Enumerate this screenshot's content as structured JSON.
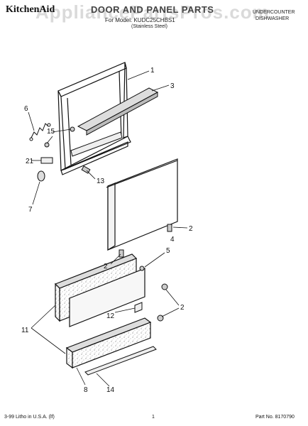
{
  "header": {
    "brand": "KitchenAid",
    "title": "DOOR AND PANEL PARTS",
    "subtitle_line1": "For Model: KUDC25CHBS1",
    "subtitle_line2": "(Stainless Steel)",
    "right_line1": "UNDERCOUNTER",
    "right_line2": "DISHWASHER"
  },
  "watermark": "AppliancePartsPros.com",
  "callouts": [
    "1",
    "3",
    "6",
    "15",
    "21",
    "13",
    "7",
    "2",
    "4",
    "2",
    "5",
    "2",
    "12",
    "11",
    "8",
    "14"
  ],
  "footer": {
    "left": "3-99 Litho in U.S.A. (lf)",
    "center": "1",
    "right": "Part No. 8170790"
  }
}
